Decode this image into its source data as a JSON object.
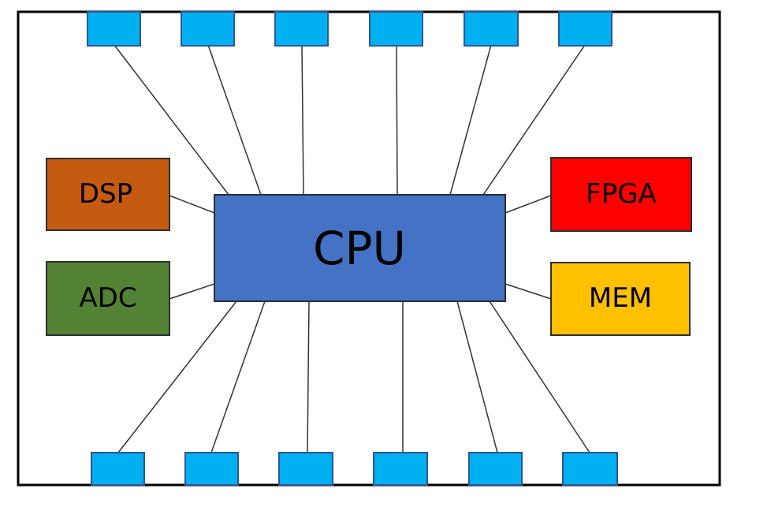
{
  "colors": {
    "background": "#ffffff",
    "border": "#000000",
    "cpu": "#4472c4",
    "dsp": "#c55a11",
    "adc": "#548235",
    "fpga": "#ff0000",
    "mem": "#ffc000",
    "pin": "#00b0f0",
    "pin_border": "#2f5597",
    "wire": "#333333"
  },
  "blocks": {
    "cpu": {
      "label": "CPU"
    },
    "dsp": {
      "label": "DSP"
    },
    "adc": {
      "label": "ADC"
    },
    "fpga": {
      "label": "FPGA"
    },
    "mem": {
      "label": "MEM"
    }
  }
}
